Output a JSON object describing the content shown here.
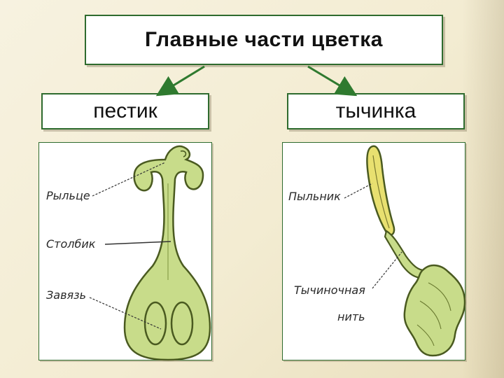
{
  "title": "Главные части цветка",
  "left_part": {
    "label": "пестик",
    "parts": [
      "Рыльце",
      "Столбик",
      "Завязь"
    ]
  },
  "right_part": {
    "label": "тычинка",
    "parts": [
      "Пыльник",
      "Тычиночная",
      "нить"
    ]
  },
  "colors": {
    "frame": "#2e6b2e",
    "plant_fill": "#c8dc8a",
    "plant_stroke": "#4a5a20",
    "anther_fill": "#e8e070",
    "arrow": "#2f7a2f"
  }
}
